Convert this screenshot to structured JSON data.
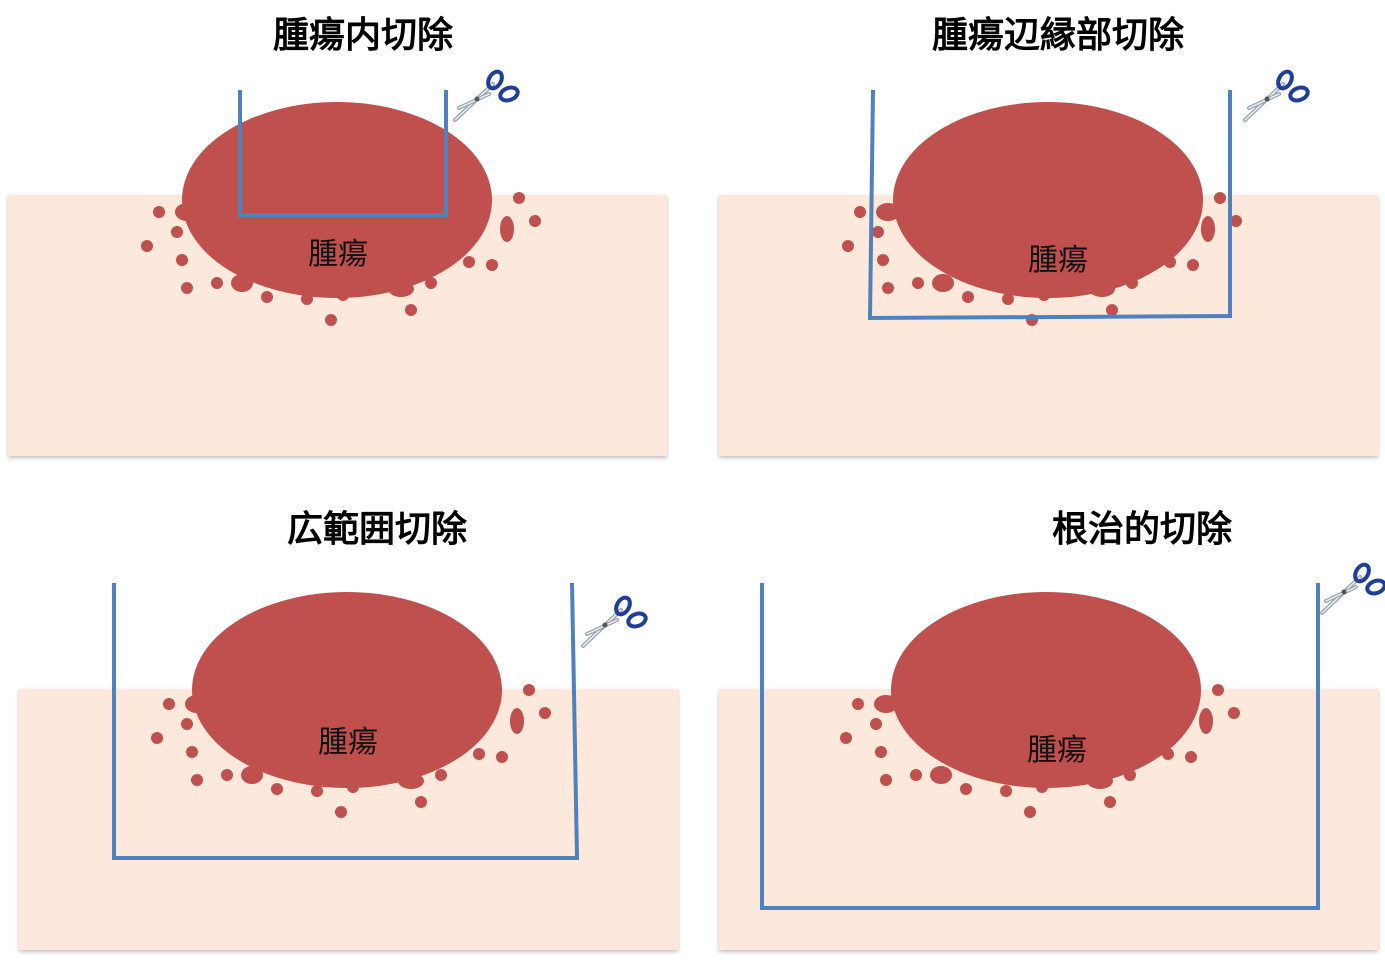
{
  "panels": [
    {
      "title": "腫瘍内切除",
      "tumor_label": "腫瘍"
    },
    {
      "title": "腫瘍辺縁部切除",
      "tumor_label": "腫瘍"
    },
    {
      "title": "広範囲切除",
      "tumor_label": "腫瘍"
    },
    {
      "title": "根治的切除",
      "tumor_label": "腫瘍"
    }
  ],
  "colors": {
    "tissue": "#fde9dc",
    "tumor": "#c0504d",
    "cut_line": "#4f81bd"
  },
  "icons": [
    "scissors-icon"
  ]
}
